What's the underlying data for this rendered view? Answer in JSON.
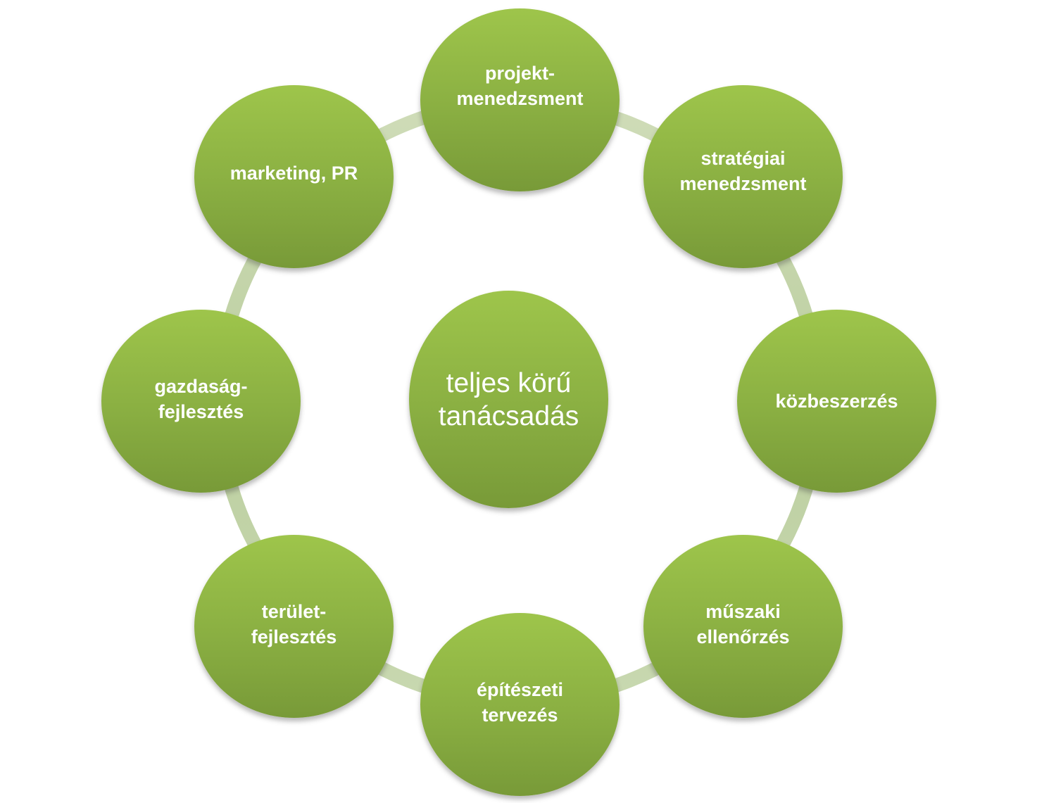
{
  "diagram": {
    "center": {
      "label": "teljes körű\ntanácsadás"
    },
    "nodes": [
      {
        "id": "projekt-menedzsment",
        "label": "projekt-\nmenedzsment"
      },
      {
        "id": "strategiai-menedzsment",
        "label": "stratégiai\nmenedzsment"
      },
      {
        "id": "kozbeszerzes",
        "label": "közbeszerzés"
      },
      {
        "id": "muszaki-ellenorzes",
        "label": "műszaki\nellenőrzés"
      },
      {
        "id": "epiteszeti-tervezes",
        "label": "építészeti\ntervezés"
      },
      {
        "id": "terulet-fejlesztes",
        "label": "terület-\nfejlesztés"
      },
      {
        "id": "gazdasag-fejlesztes",
        "label": "gazdaság-\nfejlesztés"
      },
      {
        "id": "marketing-pr",
        "label": "marketing, PR"
      }
    ],
    "colors": {
      "node_fill_top": "#9ec54b",
      "node_fill_bottom": "#789a38",
      "ring": "#c2d4a6",
      "text": "#ffffff"
    }
  }
}
